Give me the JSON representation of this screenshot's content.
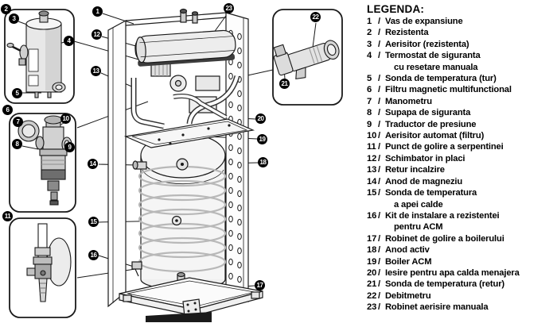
{
  "colors": {
    "ink": "#1a1a1a",
    "paper": "#ffffff"
  },
  "legend": {
    "title": "LEGENDA:",
    "sep": "/",
    "items": [
      {
        "num": "1",
        "text": "Vas de expansiune"
      },
      {
        "num": "2",
        "text": "Rezistenta"
      },
      {
        "num": "3",
        "text": "Aerisitor (rezistenta)"
      },
      {
        "num": "4",
        "text": "Termostat de siguranta",
        "text2": "cu resetare manuala"
      },
      {
        "num": "5",
        "text": "Sonda de temperatura (tur)"
      },
      {
        "num": "6",
        "text": "Filtru magnetic multifunctional"
      },
      {
        "num": "7",
        "text": "Manometru"
      },
      {
        "num": "8",
        "text": "Supapa de siguranta"
      },
      {
        "num": "9",
        "text": "Traductor de presiune"
      },
      {
        "num": "10",
        "text": "Aerisitor automat (filtru)"
      },
      {
        "num": "11",
        "text": "Punct de golire a serpentinei"
      },
      {
        "num": "12",
        "text": "Schimbator in placi"
      },
      {
        "num": "13",
        "text": "Retur incalzire"
      },
      {
        "num": "14",
        "text": "Anod de magneziu"
      },
      {
        "num": "15",
        "text": "Sonda de temperatura",
        "text2": "a apei calde"
      },
      {
        "num": "16",
        "text": "Kit de instalare a rezistentei",
        "text2": "pentru ACM"
      },
      {
        "num": "17",
        "text": "Robinet de golire a boilerului"
      },
      {
        "num": "18",
        "text": "Anod activ"
      },
      {
        "num": "19",
        "text": "Boiler ACM"
      },
      {
        "num": "20",
        "text": "Iesire pentru apa calda menajera"
      },
      {
        "num": "21",
        "text": "Sonda de temperatura (retur)"
      },
      {
        "num": "22",
        "text": "Debitmetru"
      },
      {
        "num": "23",
        "text": "Robinet aerisire manuala"
      }
    ]
  },
  "callouts": {
    "c1": "1",
    "c2": "2",
    "c3": "3",
    "c4": "4",
    "c5": "5",
    "c6": "6",
    "c7": "7",
    "c8": "8",
    "c9": "9",
    "c10": "10",
    "c11": "11",
    "c12": "12",
    "c13": "13",
    "c14": "14",
    "c15": "15",
    "c16": "16",
    "c17": "17",
    "c18": "18",
    "c19": "19",
    "c20": "20",
    "c21": "21",
    "c22": "22",
    "c23": "23"
  }
}
